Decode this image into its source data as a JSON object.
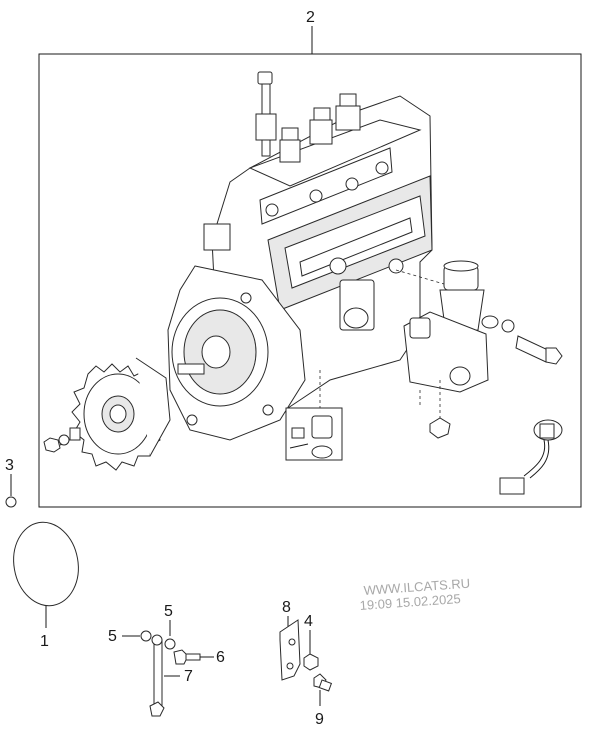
{
  "callouts": {
    "c1": "1",
    "c2": "2",
    "c3": "3",
    "c4": "4",
    "c5a": "5",
    "c5b": "5",
    "c6": "6",
    "c7": "7",
    "c8": "8",
    "c9": "9"
  },
  "watermark": {
    "line1": "WWW.ILCATS.RU",
    "line2": "19:09 15.02.2025"
  }
}
